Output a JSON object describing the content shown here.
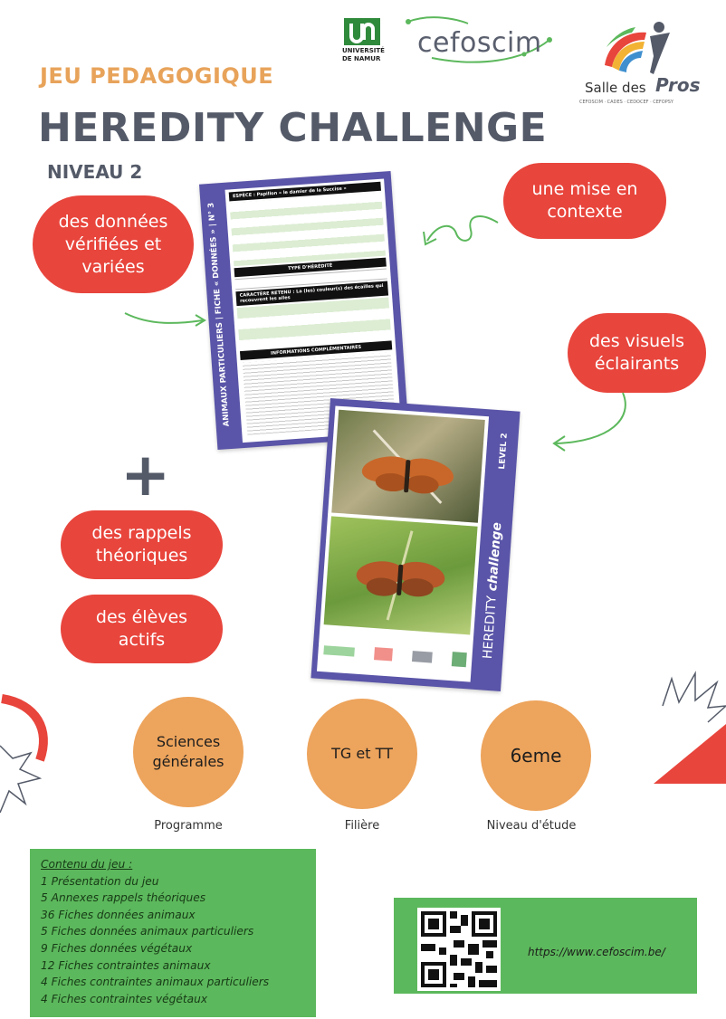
{
  "header": {
    "kicker": "JEU PEDAGOGIQUE",
    "title": "HEREDITY CHALLENGE",
    "level": "NIVEAU 2"
  },
  "logos": {
    "unamur_line1": "UNIVERSITÉ",
    "unamur_line2": "DE NAMUR",
    "cefoscim": "cefoscim",
    "salle_text": "Salle des",
    "salle_pros": "Pros",
    "salle_sub": "CEFOSCIM · CADES · CEDOCEF · CEFOPSY"
  },
  "pills": {
    "donnees": "des données vérifiées et variées",
    "contexte": "une mise en contexte",
    "visuels": "des visuels éclairants",
    "rappels": "des rappels théoriques",
    "eleves": "des élèves actifs"
  },
  "plus_sign": "+",
  "datasheet": {
    "side_label": "ANIMAUX PARTICULIERS | FICHE « DONNÉES » | N° 3",
    "species_header": "ESPÈCE : Papillon « le damier de la Succise »",
    "type_header": "TYPE D'HÉRÉDITÉ",
    "trait_header": "CARACTÈRE RETENU : La (les) couleur(s) des écailles qui recouvrent les ailes",
    "info_header": "INFORMATIONS COMPLÉMENTAIRES"
  },
  "photo_card": {
    "side_level": "LEVEL 2",
    "side_title": "HEREDITY",
    "side_title2": "challenge"
  },
  "circles": [
    {
      "text": "Sciences générales",
      "label": "Programme"
    },
    {
      "text": "TG et TT",
      "label": "Filière"
    },
    {
      "text": "6eme",
      "label": "Niveau d'étude"
    }
  ],
  "contents": {
    "heading": "Contenu du jeu :",
    "items": [
      "1 Présentation du jeu",
      "5 Annexes rappels théoriques",
      "36 Fiches données animaux",
      "5 Fiches données animaux particuliers",
      "9 Fiches données végétaux",
      "12 Fiches contraintes animaux",
      "4 Fiches contraintes animaux particuliers",
      "4 Fiches contraintes végétaux"
    ]
  },
  "url": "https://www.cefoscim.be/",
  "colors": {
    "red": "#e8453c",
    "orange": "#eda45c",
    "green": "#5cb85c",
    "slate": "#545a68",
    "card_purple": "#5a55a8"
  }
}
